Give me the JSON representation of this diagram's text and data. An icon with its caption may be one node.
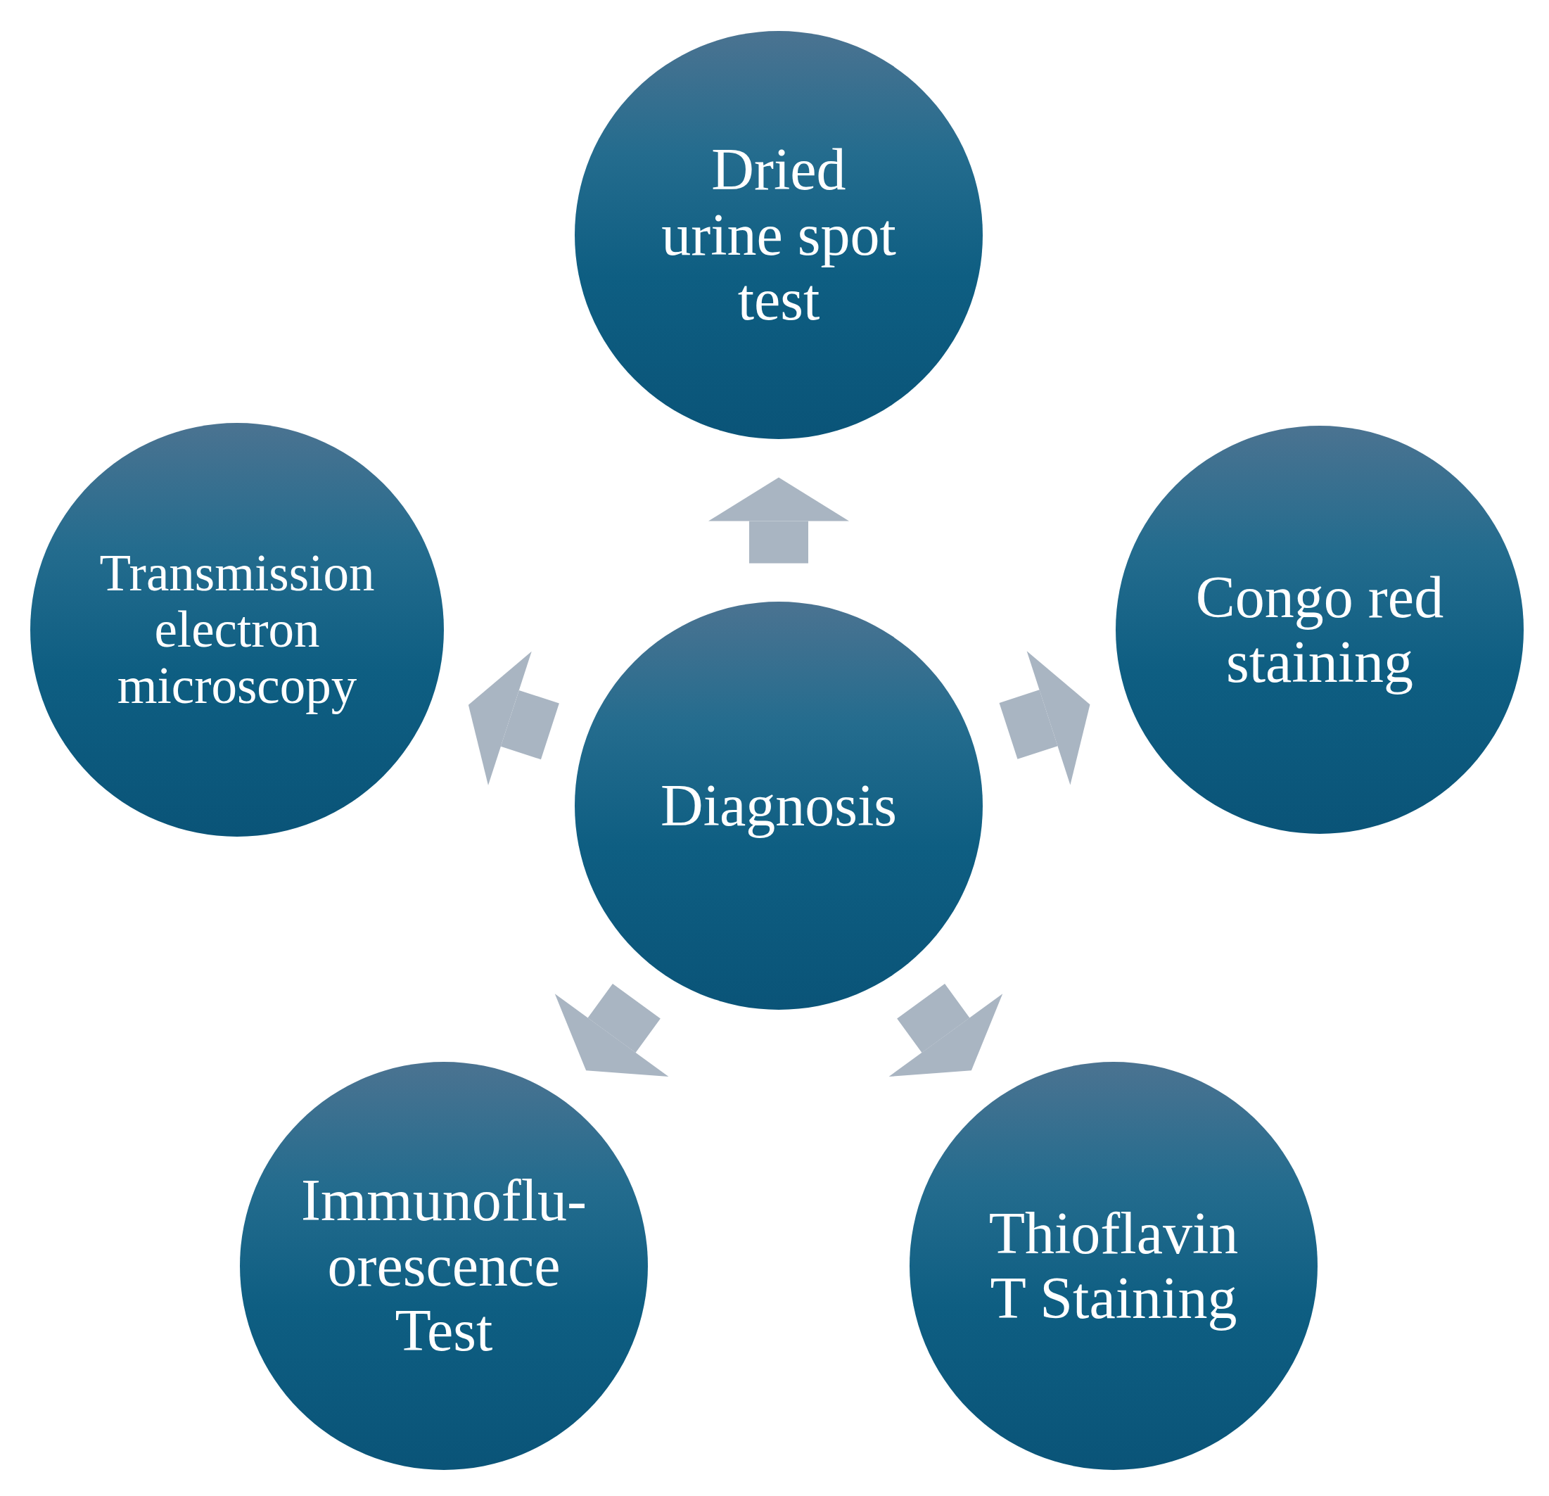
{
  "diagram": {
    "nodes": [
      {
        "text": [
          "Dried urine spot test"
        ]
      },
      {
        "text": [
          "Transmission electron microscopy"
        ]
      },
      {
        "text": [
          "Diagnosis"
        ]
      },
      {
        "text": [
          "Congo red staining"
        ]
      },
      {
        "text": [
          "Immunoflu- orescence Test"
        ]
      },
      {
        "text": [
          "Thioflavin T Staining"
        ]
      }
    ],
    "edges": [
      {
        "from": 2,
        "to": 0,
        "arrow": "to"
      },
      {
        "from": 2,
        "to": 1,
        "arrow": "to"
      },
      {
        "from": 2,
        "to": 3,
        "arrow": "to"
      },
      {
        "from": 2,
        "to": 4,
        "arrow": "to"
      },
      {
        "from": 2,
        "to": 5,
        "arrow": "to"
      }
    ]
  }
}
